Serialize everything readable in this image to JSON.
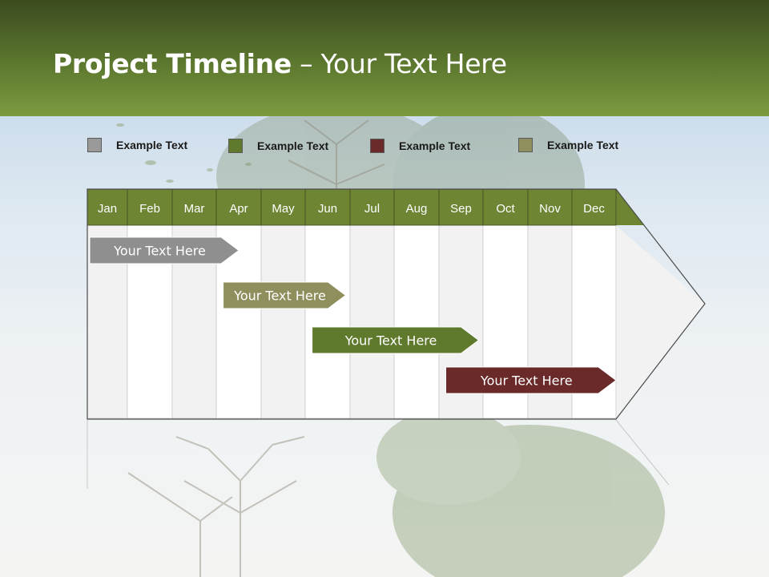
{
  "title": {
    "bold": "Project Timeline",
    "rest": " – Your Text Here"
  },
  "colors": {
    "header_top": "#3b4b1f",
    "header_bottom": "#7b9b3f",
    "month_header": "#6e8534",
    "column_even": "#f2f2f2",
    "column_odd": "#ffffff"
  },
  "legend": [
    {
      "label": "Example Text",
      "color": "#9a9a9a"
    },
    {
      "label": "Example Text",
      "color": "#5f7a2c"
    },
    {
      "label": "Example Text",
      "color": "#6b2a2a"
    },
    {
      "label": "Example Text",
      "color": "#8f8f5e"
    }
  ],
  "months": [
    "Jan",
    "Feb",
    "Mar",
    "Apr",
    "May",
    "Jun",
    "Jul",
    "Aug",
    "Sep",
    "Oct",
    "Nov",
    "Dec"
  ],
  "tasks": [
    {
      "label": "Your  Text Here",
      "start_month": 1,
      "end_month": 4.5,
      "color": "#8f8f8f"
    },
    {
      "label": "Your  Text Here",
      "start_month": 4.1,
      "end_month": 6.9,
      "color": "#8f8f5e"
    },
    {
      "label": "Your  Text Here",
      "start_month": 6.1,
      "end_month": 9.9,
      "color": "#5f7a2c"
    },
    {
      "label": "Your  Text Here",
      "start_month": 9.1,
      "end_month": 13.0,
      "color": "#6b2a2a"
    }
  ]
}
